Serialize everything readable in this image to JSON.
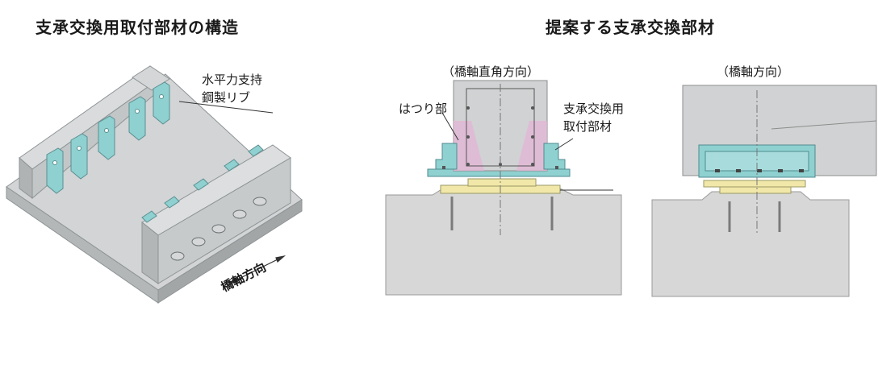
{
  "titles": {
    "left": "支承交換用取付部材の構造",
    "right": "提案する支承交換部材"
  },
  "labels": {
    "rib_line1": "水平力支持",
    "rib_line2": "鋼製リブ",
    "bridge_axis_left": "橋軸方向",
    "perp_view": "（橋軸直角方向）",
    "axial_view": "（橋軸方向）",
    "chipping": "はつり部",
    "member_line1": "支承交換用",
    "member_line2": "取付部材"
  },
  "colors": {
    "steel_gray": "#c9cbcc",
    "rib_teal": "#8fd0d0",
    "bearing_yellow": "#f1e7a8",
    "chipping_pink": "#e3b4d6",
    "concrete_gray": "#d7d7d7"
  }
}
